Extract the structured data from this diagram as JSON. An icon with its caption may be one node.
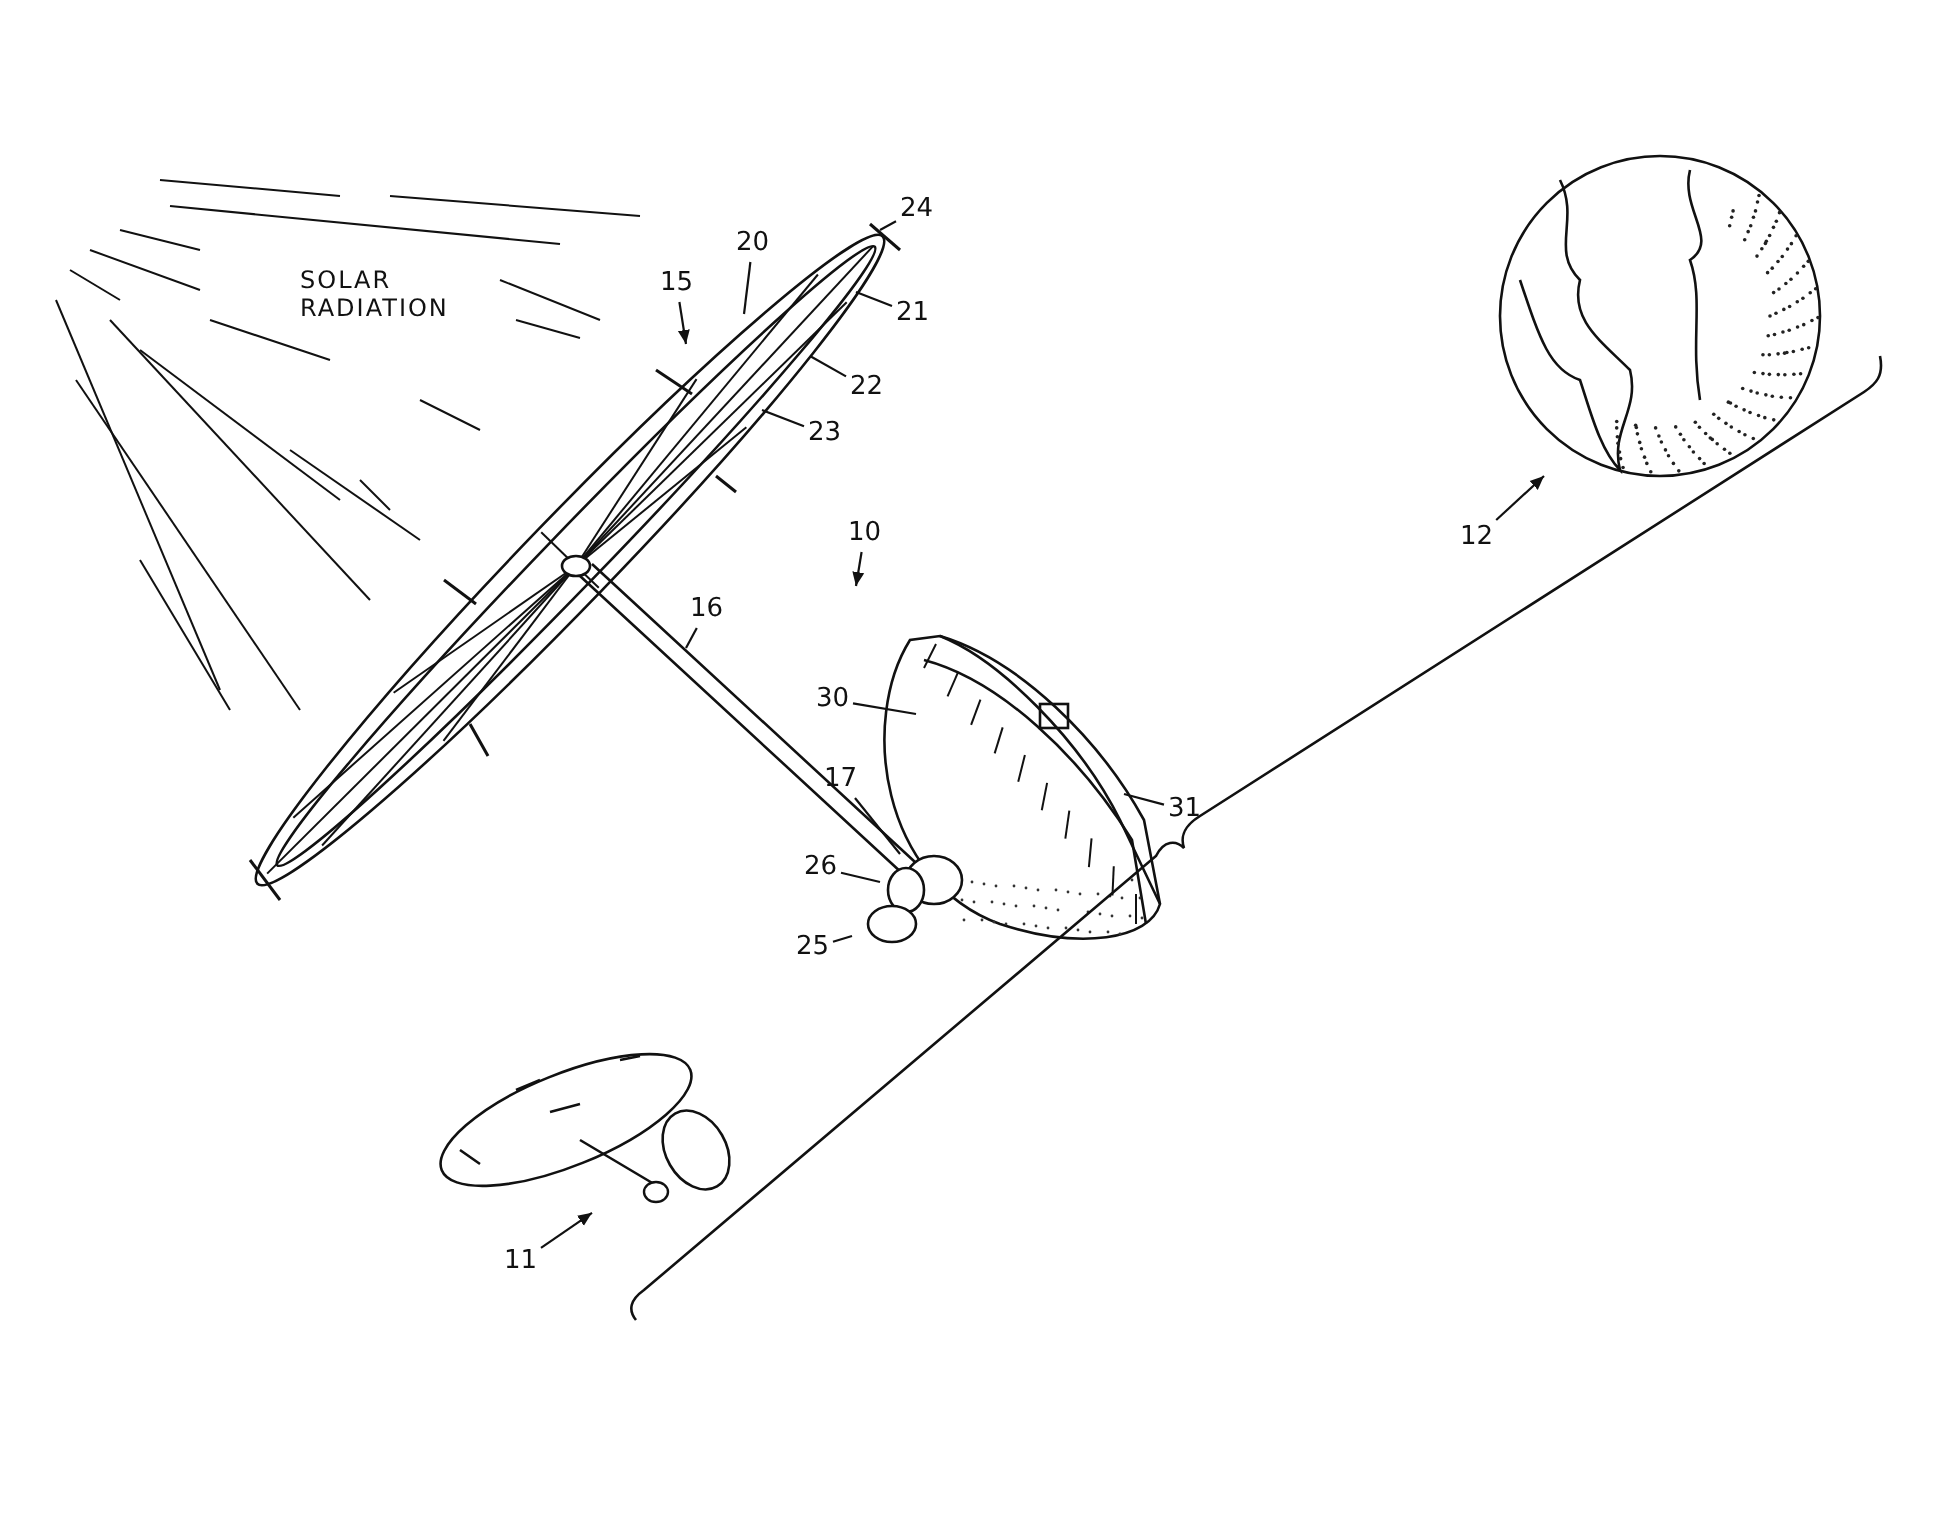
{
  "diagram": {
    "nodes": [
      {
        "text": [
          "24"
        ]
      },
      {
        "text": [
          "20"
        ]
      },
      {
        "text": [
          "15"
        ]
      },
      {
        "text": [
          "21"
        ]
      },
      {
        "text": [
          "22"
        ]
      },
      {
        "text": [
          "23"
        ]
      },
      {
        "text": [
          "10"
        ]
      },
      {
        "text": [
          "12"
        ]
      },
      {
        "text": [
          "16"
        ]
      },
      {
        "text": [
          "30"
        ]
      },
      {
        "text": [
          "31"
        ]
      },
      {
        "text": [
          "17"
        ]
      },
      {
        "text": [
          "26"
        ]
      },
      {
        "text": [
          "25"
        ]
      },
      {
        "text": [
          "11"
        ]
      },
      {
        "text": [],
        "shape": "picture"
      },
      {
        "text": [],
        "shape": "picture"
      }
    ],
    "edges": [
      {
        "from": 0,
        "to": null,
        "arrow": "none"
      },
      {
        "from": 1,
        "to": null,
        "arrow": "none"
      },
      {
        "from": 2,
        "to": null,
        "arrow": "to"
      },
      {
        "from": 3,
        "to": null,
        "arrow": "none"
      },
      {
        "from": 4,
        "to": null,
        "arrow": "none"
      },
      {
        "from": 5,
        "to": null,
        "arrow": "none"
      },
      {
        "from": 6,
        "to": null,
        "arrow": "to"
      },
      {
        "from": 7,
        "to": 15,
        "arrow": "to"
      },
      {
        "from": 8,
        "to": null,
        "arrow": "none"
      },
      {
        "from": 9,
        "to": null,
        "arrow": "none"
      },
      {
        "from": 10,
        "to": null,
        "arrow": "none"
      },
      {
        "from": 11,
        "to": null,
        "arrow": "none"
      },
      {
        "from": 12,
        "to": null,
        "arrow": "none"
      },
      {
        "from": 13,
        "to": null,
        "arrow": "none"
      },
      {
        "from": 14,
        "to": 16,
        "arrow": "to"
      }
    ],
    "labels": [
      "SOLAR RADIATION"
    ]
  }
}
